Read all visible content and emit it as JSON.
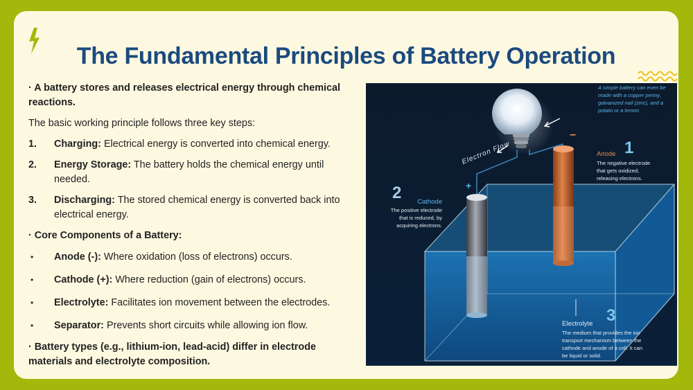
{
  "title": "The Fundamental Principles of Battery Operation",
  "intro": "· A battery stores and releases electrical energy through chemical reactions.",
  "principle_line": "The basic working principle follows three key steps:",
  "steps": [
    {
      "num": "1.",
      "term": "Charging:",
      "text": " Electrical energy is converted into chemical energy."
    },
    {
      "num": "2.",
      "term": "Energy Storage:",
      "text": " The battery holds the chemical energy until needed."
    },
    {
      "num": "3.",
      "term": "Discharging:",
      "text": " The stored chemical energy is converted back into electrical energy."
    }
  ],
  "components_heading": "· Core Components of a Battery:",
  "components": [
    {
      "bullet": "•",
      "term": "Anode (-):",
      "text": " Where oxidation (loss of electrons) occurs."
    },
    {
      "bullet": "•",
      "term": "Cathode (+):",
      "text": " Where reduction (gain of electrons) occurs."
    },
    {
      "bullet": "•",
      "term": "Electrolyte:",
      "text": " Facilitates ion movement between the electrodes."
    },
    {
      "bullet": "•",
      "term": "Separator:",
      "text": " Prevents short circuits while allowing ion flow."
    }
  ],
  "closing": "· Battery types (e.g., lithium-ion, lead-acid) differ in electrode materials and electrolyte composition.",
  "figure": {
    "note_line1": "A simple battery can even be",
    "note_line2": "made with a copper penny,",
    "note_line3": "galvanized nail (zinc), and a",
    "note_line4": "potato or a lemon",
    "electron_flow": "Electron Flow",
    "minus_sign": "−",
    "plus_sign": "+",
    "anode_number": "1",
    "anode_label": "Anode",
    "anode_desc1": "The negative electrode",
    "anode_desc2": "that gets oxidized,",
    "anode_desc3": "releasing electrons.",
    "cathode_number": "2",
    "cathode_label": "Cathode",
    "cathode_desc1": "The positive electrode",
    "cathode_desc2": "that is reduced, by",
    "cathode_desc3": "acquiring electrons.",
    "electrolyte_number": "3",
    "electrolyte_label": "Electrolyte",
    "electrolyte_desc1": "The medium that provides the ion",
    "electrolyte_desc2": "transport mechanism between the",
    "electrolyte_desc3": "cathode and anode of a cell. It can",
    "electrolyte_desc4": "be liquid or solid."
  },
  "colors": {
    "frame": "#a2b80b",
    "card": "#fdf9e1",
    "title": "#1b4a7e",
    "accent_bolt": "#a2b80b",
    "accent_waves": "#e6c21e",
    "figure_bg": "#0b1b2e",
    "annotation_blue": "#5fb4e8",
    "anode_label": "#e8874a",
    "cathode_label": "#5fb4e8"
  }
}
